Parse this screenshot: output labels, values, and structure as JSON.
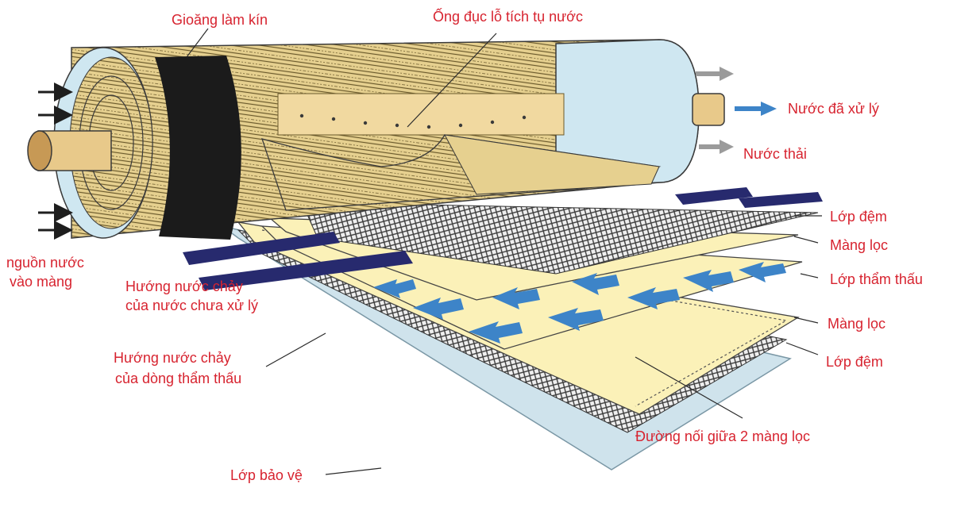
{
  "diagram": {
    "title": "",
    "colors": {
      "label_text": "#d7232f",
      "leader_line": "#2b2b2b",
      "membrane_fill": "#fbf1b8",
      "roll_fill": "#e6d08f",
      "end_cap": "#cfe7f1",
      "seal_band": "#1b1b1b",
      "feed_arrow": "#272a6e",
      "permeate_arrow": "#3d84c8",
      "gray_arrow": "#9b9b9b",
      "mesh": "#3b3b3b",
      "protective_sheet": "#cfe3ec"
    },
    "labels": {
      "seal": "Gioăng làm kín",
      "perforated_tube": "Ống đục lỗ tích tụ nước",
      "treated_water": "Nước đã xử lý",
      "waste_water": "Nước thải",
      "spacer_top": "Lớp đệm",
      "membrane_1": "Màng lọc",
      "permeate_layer": "Lớp thẩm thấu",
      "membrane_2": "Màng lọc",
      "spacer_bottom": "Lớp đệm",
      "membrane_seam": "Đường nối giữa 2 màng lọc",
      "protective_layer": "Lớp bảo vệ",
      "feed_source_line1": "nguồn nước",
      "feed_source_line2": "vào màng",
      "feed_flow_line1": "Hướng nước chảy",
      "feed_flow_line2": "của nước chưa xử lý",
      "permeate_flow_line1": "Hướng nước chảy",
      "permeate_flow_line2": "của dòng thẩm thấu"
    },
    "icons": [
      "feed-inlet-arrow",
      "feed-flow-arrow",
      "permeate-flow-arrow",
      "outlet-arrow"
    ]
  }
}
